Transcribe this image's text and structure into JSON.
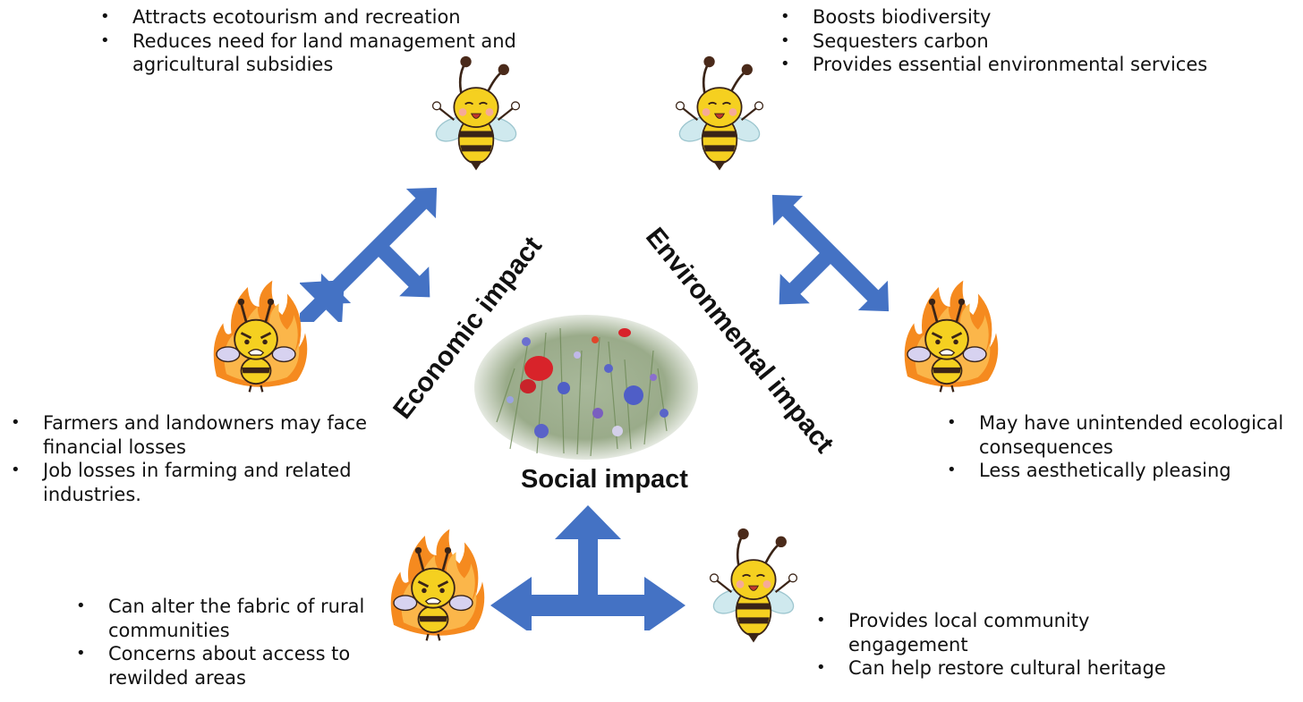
{
  "economic": {
    "label": "Economic impact",
    "positives": [
      "Attracts ecotourism and recreation",
      "Reduces need for land management and agricultural subsidies"
    ],
    "negatives": [
      "Farmers and landowners may face financial losses",
      "Job losses in farming and related industries."
    ]
  },
  "environmental": {
    "label": "Environmental impact",
    "positives": [
      "Boosts biodiversity",
      "Sequesters carbon",
      "Provides essential environmental services"
    ],
    "negatives": [
      "May have unintended ecological consequences",
      "Less aesthetically pleasing"
    ]
  },
  "social": {
    "label": "Social impact",
    "positives": [
      "Provides local community engagement",
      "Can help restore cultural heritage"
    ],
    "negatives": [
      "Can alter the fabric of rural communities",
      "Concerns about access to rewilded areas"
    ]
  },
  "colors": {
    "arrow": "#4472c4",
    "bee_yellow": "#f5d020",
    "flame": "#f58a1f"
  },
  "icons": {
    "happy": "happy-bee-icon",
    "angry": "angry-bee-on-fire-icon",
    "center": "wildflower-meadow-image"
  }
}
